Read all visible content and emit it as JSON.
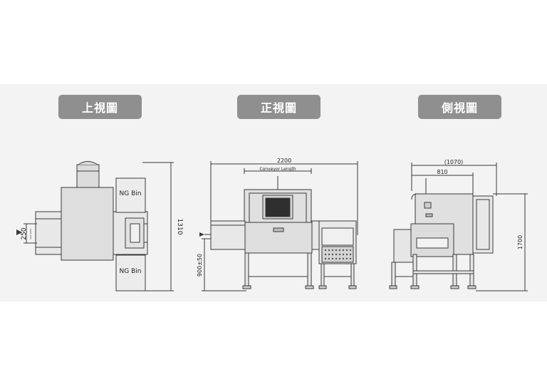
{
  "views": {
    "top": "上視圖",
    "front": "正視圖",
    "side": "側視圖"
  },
  "top_view": {
    "bin_label_upper": "NG Bin",
    "bin_label_lower": "NG Bin",
    "depth_dim": "1310",
    "belt_dim": "250",
    "belt_small_note": "belt width"
  },
  "front_view": {
    "width_dim": "2200",
    "conveyor_label": "Conveyor Length",
    "height_dim": "900±50"
  },
  "side_view": {
    "overall_depth_dim": "(1070)",
    "depth_dim": "810",
    "height_dim": "1700"
  },
  "colors": {
    "panel_bg": "#f3f3f3",
    "button_bg": "#8f8f8f",
    "button_text": "#ffffff",
    "machine_fill": "#e4e4e4",
    "line": "#3a3a3a"
  }
}
